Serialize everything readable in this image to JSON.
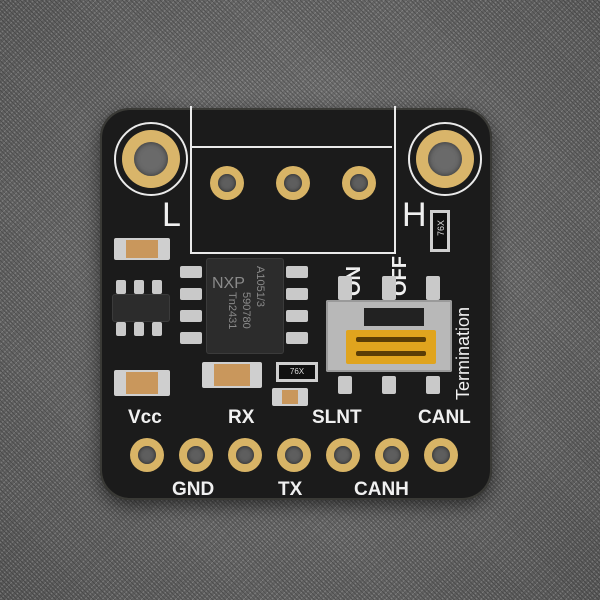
{
  "photo": {
    "subject": "CAN bus transceiver breakout board",
    "background_color": "#6a6a6a",
    "board_color": "#1b1b1b",
    "pad_color": "#d8b466"
  },
  "terminal_block": {
    "left_label": "L",
    "right_label": "H"
  },
  "chip": {
    "brand": "NXP",
    "line1": "A1051/3",
    "line2": "590780",
    "line3": "Tn2431"
  },
  "switch": {
    "on_label": "ON",
    "off_label": "OFF",
    "side_label": "Termination"
  },
  "resistors": {
    "top_code": "76X",
    "middle_code": "76X"
  },
  "header_pins": {
    "top_labels": [
      "Vcc",
      "RX",
      "SLNT",
      "CANL"
    ],
    "bottom_labels": [
      "GND",
      "TX",
      "CANH"
    ]
  }
}
